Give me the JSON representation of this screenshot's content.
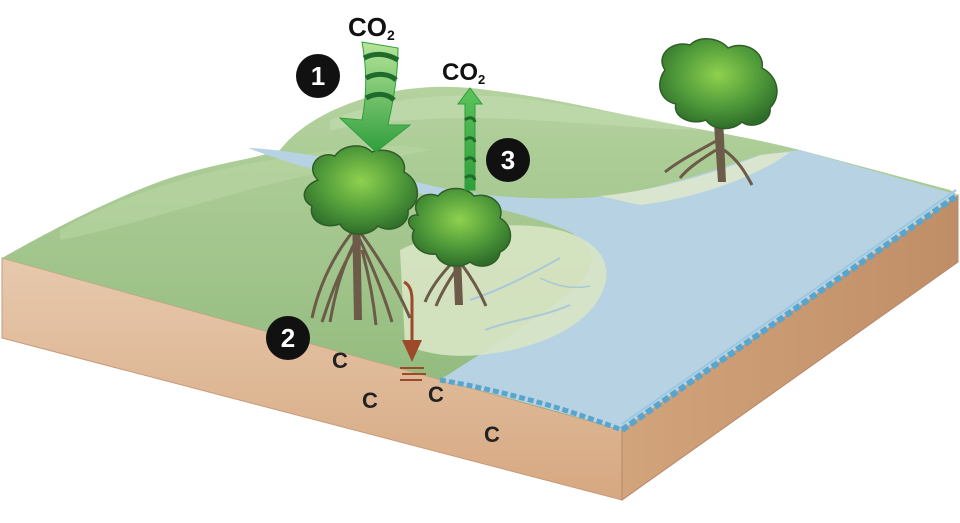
{
  "labels": {
    "co2_in_main": "CO",
    "co2_in_sub": "2",
    "co2_out_main": "CO",
    "co2_out_sub": "2"
  },
  "steps": [
    {
      "number": "1"
    },
    {
      "number": "2"
    },
    {
      "number": "3"
    }
  ],
  "carbon_symbols": [
    "C",
    "C",
    "C",
    "C"
  ],
  "colors": {
    "land_green": "#9fc28c",
    "land_light": "#c9dcb6",
    "marsh": "#d8e4c4",
    "water": "#b7d3e3",
    "water_edge": "#5aa5cc",
    "soil_top": "#e3c3a5",
    "soil_front": "#d9b08a",
    "soil_side": "#c59a74",
    "arrow_green": "#2f9e3c",
    "arrow_dark": "#1f6b2b",
    "root_brown": "#9c4a2a",
    "badge": "#111111"
  }
}
